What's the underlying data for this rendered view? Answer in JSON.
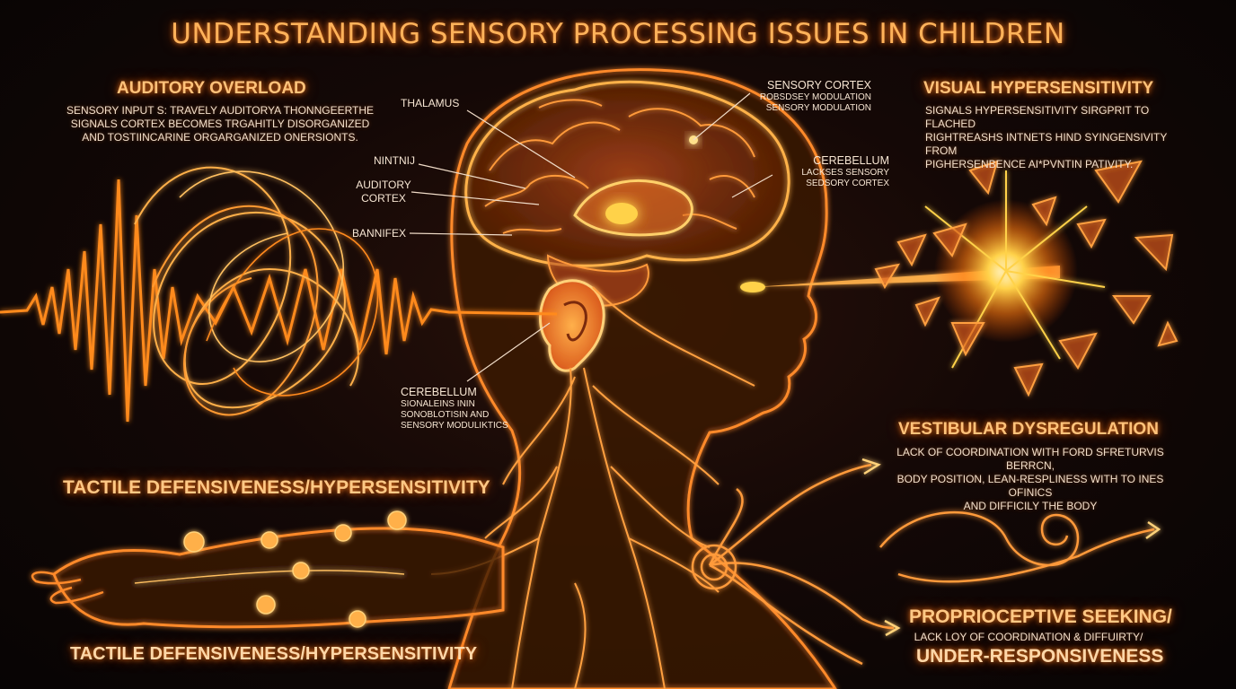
{
  "title": "UNDERSTANDING SENSORY PROCESSING ISSUES IN CHILDREN",
  "colors": {
    "glow_orange": "#ff8a1e",
    "bright_yellow": "#ffd24a",
    "background": "#0b0605",
    "text": "#ffd7a8"
  },
  "sections": {
    "auditory": {
      "heading": "AUDITORY OVERLOAD",
      "lines": [
        "SENSORY INPUT S: TRAVELY AUDITORYA THONNGEERTHE",
        "SIGNALS CORTEX BECOMES TRGAHITLY DISORGANIZED",
        "AND TOSTIINCARINE ORGARGANIZED ONERSIONTS."
      ]
    },
    "visual": {
      "heading": "VISUAL HYPERSENSITIVITY",
      "lines": [
        "SIGNALS HYPERSENSITIVITY SIRGPRIT TO FLACHED",
        "RIGHTREASHS INTNETS HIND SYINGENSIVITY FROM",
        "PIGHERSENBENCE AI*PVNTIN PATIVITY."
      ]
    },
    "vestibular": {
      "heading": "VESTIBULAR DYSREGULATION",
      "lines": [
        "LACK OF COORDINATION WITH FORD SFRETURVIS BERRCN,",
        "BODY POSITION, LEAN-RESPLINESS WITH TO INES OFINICS",
        "AND DIFFICILY THE BODY"
      ]
    },
    "tactile": {
      "heading_top": "TACTILE DEFENSIVENESS/HYPERSENSITIVITY",
      "heading_bottom": "TACTILE DEFENSIVENESS/HYPERSENSITIVITY"
    },
    "proprioceptive": {
      "heading_line1": "PROPRIOCEPTIVE SEEKING/",
      "sub": "LACK LOY OF COORDINATION & DIFFUIRTY/",
      "heading_line2": "UNDER-RESPONSIVENESS"
    }
  },
  "brain_labels": {
    "thalamus": "THALAMUS",
    "nintnij": "NINTNIJ",
    "auditory_cortex": [
      "AUDITORY",
      "CORTEX"
    ],
    "bannifex": "BANNIFEX",
    "sensory_cortex": {
      "title": "SENSORY CORTEX",
      "lines": [
        "ROBSDSEY MODULATION",
        "SENSORY MODULATION"
      ]
    },
    "cerebellum_right": {
      "title": "CEREBELLUM",
      "lines": [
        "LACKSES SENSORY",
        "SEDSORY CORTEX"
      ]
    },
    "cerebellum_lower": {
      "title": "CEREBELLUM",
      "lines": [
        "SIONALEINS ININ",
        "SONOBLOTISIN AND",
        "SENSORY MODULIKTICS"
      ]
    }
  }
}
